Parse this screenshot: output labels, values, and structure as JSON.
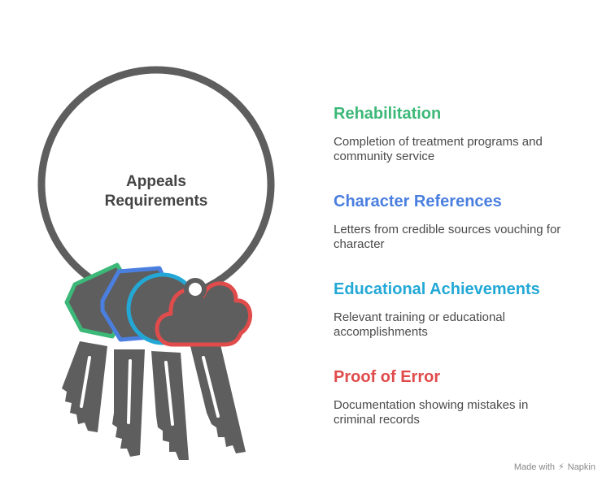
{
  "ring": {
    "title_line1": "Appeals",
    "title_line2": "Requirements"
  },
  "items": [
    {
      "title": "Rehabilitation",
      "desc_line1": "Completion of treatment programs and",
      "desc_line2": "community service",
      "color": "#3cb878"
    },
    {
      "title": "Character References",
      "desc_line1": "Letters from credible sources vouching for",
      "desc_line2": "character",
      "color": "#4a7fe0"
    },
    {
      "title": "Educational Achievements",
      "desc_line1": "Relevant training or educational",
      "desc_line2": "accomplishments",
      "color": "#23a8d6"
    },
    {
      "title": "Proof of Error",
      "desc_line1": "Documentation showing mistakes in",
      "desc_line2": "criminal records",
      "color": "#e04b4b"
    }
  ],
  "credit": {
    "label": "Made with",
    "brand": "Napkin"
  },
  "colors": {
    "key_gray": "#5e5e5e",
    "ring_gray": "#5e5e5e",
    "green": "#3cb878",
    "blue": "#4a7fe0",
    "cyan": "#23a8d6",
    "red": "#e04b4b"
  }
}
